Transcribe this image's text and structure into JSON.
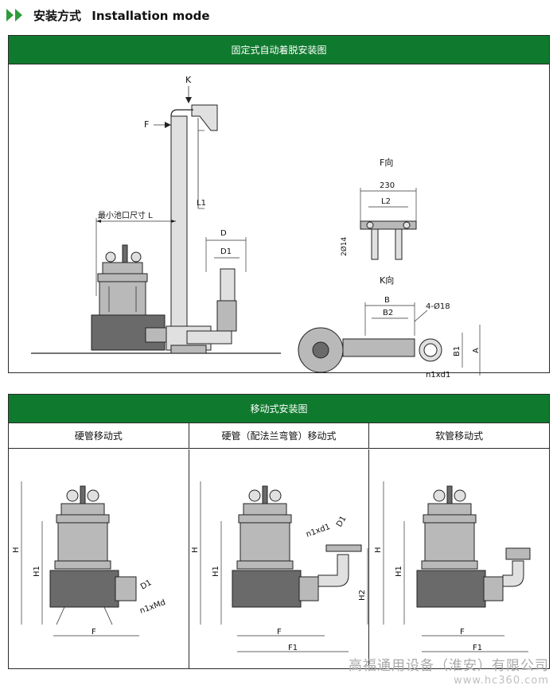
{
  "header": {
    "title_cn": "安装方式",
    "title_en": "Installation mode",
    "accent_color": "#0f7a2e",
    "icon": "double-chevron-right-icon"
  },
  "fixed_panel": {
    "title": "固定式自动着脱安装图",
    "main_labels": {
      "k": "K",
      "f": "F",
      "l1": "L1",
      "min_pool": "最小池口尺寸 L",
      "d": "D",
      "d1": "D1"
    },
    "f_view": {
      "title": "F向",
      "dim_230": "230",
      "l2": "L2",
      "side": "2Ø14"
    },
    "k_view": {
      "title": "K向",
      "b": "B",
      "b2": "B2",
      "holes": "4-Ø18",
      "b1": "B1",
      "a": "A",
      "n1d1": "n1xd1"
    }
  },
  "mobile_panel": {
    "title": "移动式安装图",
    "columns": [
      {
        "title": "硬管移动式",
        "labels": {
          "h": "H",
          "h1": "H1",
          "d1": "D1",
          "n1": "n1xMd",
          "f": "F"
        }
      },
      {
        "title": "硬管（配法兰弯管）移动式",
        "labels": {
          "h": "H",
          "h1": "H1",
          "h2": "H2",
          "d1": "D1",
          "n1": "n1xd1",
          "f": "F",
          "f1": "F1"
        }
      },
      {
        "title": "软管移动式",
        "labels": {
          "h": "H",
          "h1": "H1",
          "f": "F",
          "f1": "F1"
        }
      }
    ]
  },
  "watermark": {
    "company": "高福通用设备（淮安）有限公司",
    "url": "www.hc360.com"
  }
}
